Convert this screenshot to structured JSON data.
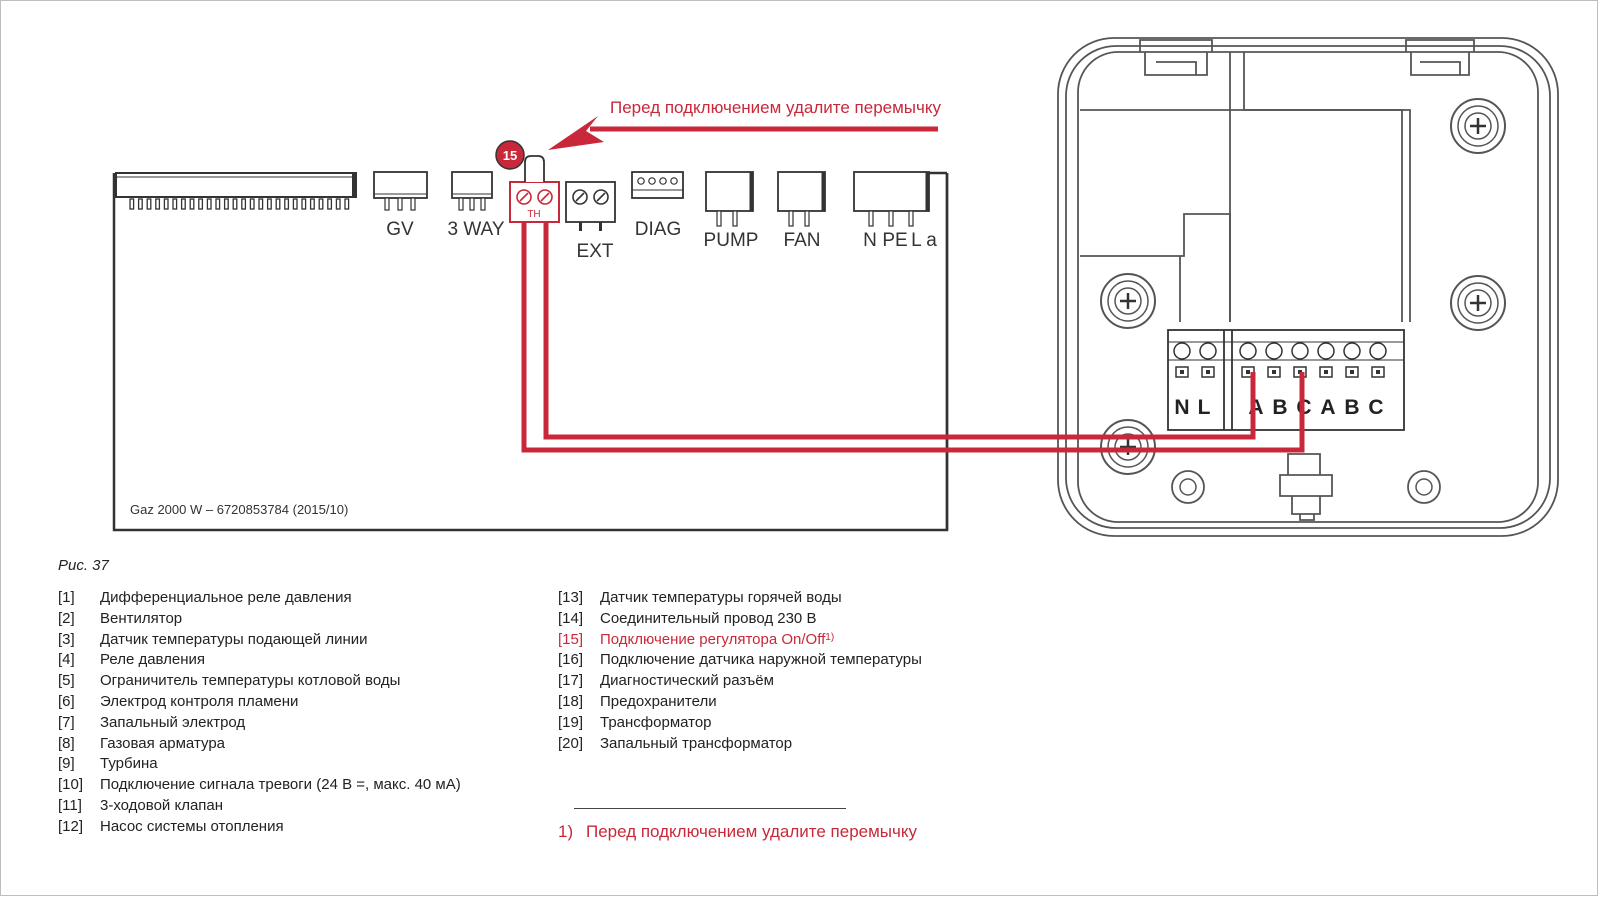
{
  "diagram": {
    "warning_text": "Перед подключением удалите перемычку",
    "callout_number": "15",
    "board_caption": "Gaz 2000 W – 6720853784 (2015/10)",
    "connectors": {
      "gv": "GV",
      "three_way": "3 WAY",
      "th": "TH",
      "ext": "EXT",
      "diag": "DIAG",
      "pump": "PUMP",
      "fan": "FAN",
      "n": "N",
      "pe": "PE",
      "la": "L a"
    },
    "thermostat_terminals": [
      "N",
      "L",
      "A",
      "B",
      "C",
      "A",
      "B",
      "C"
    ],
    "colors": {
      "wire": "#c8283a",
      "accent": "#c8283a",
      "line": "#333333",
      "housing": "#555555"
    },
    "icons": [
      "screw-icon",
      "arrow-icon"
    ]
  },
  "figure_label": "Рис. 37",
  "legend_left": [
    {
      "num": "[1]",
      "text": "Дифференциальное реле давления"
    },
    {
      "num": "[2]",
      "text": "Вентилятор"
    },
    {
      "num": "[3]",
      "text": "Датчик температуры подающей линии"
    },
    {
      "num": "[4]",
      "text": "Реле давления"
    },
    {
      "num": "[5]",
      "text": "Ограничитель температуры котловой воды"
    },
    {
      "num": "[6]",
      "text": "Электрод контроля пламени"
    },
    {
      "num": "[7]",
      "text": "Запальный электрод"
    },
    {
      "num": "[8]",
      "text": "Газовая арматура"
    },
    {
      "num": "[9]",
      "text": "Турбина"
    },
    {
      "num": "[10]",
      "text": "Подключение сигнала тревоги (24 В =, макс. 40 мА)"
    },
    {
      "num": "[11]",
      "text": "3-ходовой клапан"
    },
    {
      "num": "[12]",
      "text": "Насос системы отопления"
    }
  ],
  "legend_right": [
    {
      "num": "[13]",
      "text": "Датчик температуры горячей воды"
    },
    {
      "num": "[14]",
      "text": "Соединительный провод 230 В"
    },
    {
      "num": "[15]",
      "text": "Подключение регулятора On/Off",
      "sup": "1)"
    },
    {
      "num": "[16]",
      "text": "Подключение датчика наружной температуры"
    },
    {
      "num": "[17]",
      "text": "Диагностический разъём"
    },
    {
      "num": "[18]",
      "text": "Предохранители"
    },
    {
      "num": "[19]",
      "text": "Трансформатор"
    },
    {
      "num": "[20]",
      "text": "Запальный трансформатор"
    }
  ],
  "footnote": {
    "mark": "1)",
    "text": "Перед подключением удалите перемычку"
  }
}
